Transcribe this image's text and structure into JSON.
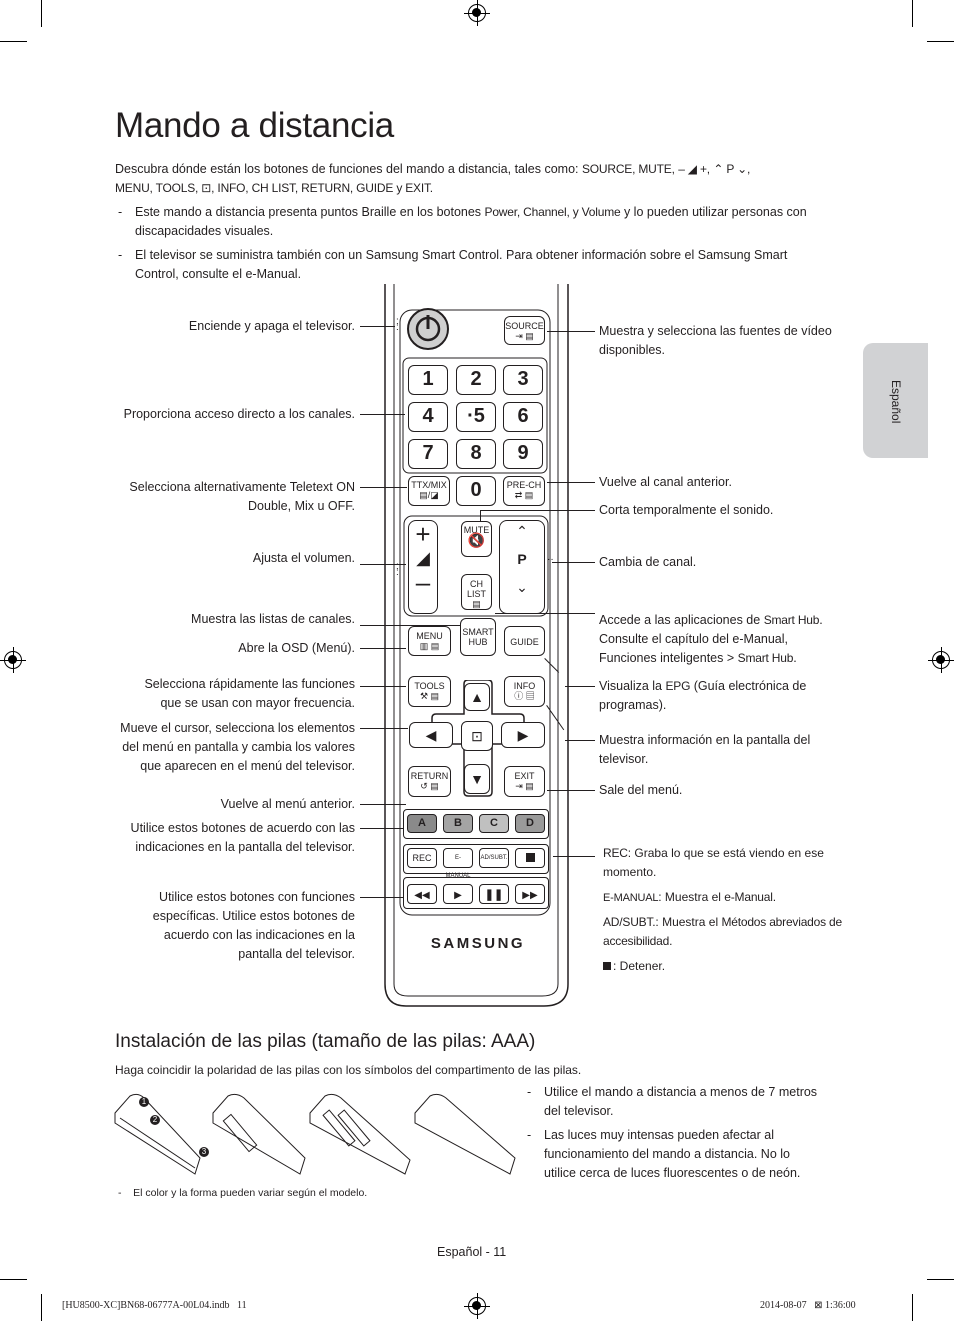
{
  "title": "Mando a distancia",
  "intro": {
    "line1_pre": "Descubra dónde están los botones de funciones del mando a distancia, tales como: ",
    "line1_keys": "SOURCE, MUTE,",
    "vol_symbol": "– ◢ +,",
    "ch_symbol": "⌃ P ⌄,",
    "line2": "MENU, TOOLS, ⊡, INFO, CH LIST, RETURN, GUIDE y EXIT."
  },
  "bullets": [
    {
      "dash": "-",
      "text_pre": "Este mando a distancia presenta puntos Braille en los botones ",
      "keys": "Power, Channel, y Volume",
      "text_post": " y lo pueden utilizar personas con discapacidades visuales."
    },
    {
      "dash": "-",
      "text": "El televisor se suministra también con un Samsung Smart Control. Para obtener información sobre el Samsung Smart Control, consulte el e-Manual."
    }
  ],
  "left_labels": [
    "Enciende y apaga el televisor.",
    "Proporciona acceso directo a los canales.",
    "Selecciona alternativamente Teletext ON Double, Mix u OFF.",
    "Ajusta el volumen.",
    "Muestra las listas de canales.",
    "Abre la OSD (Menú).",
    "Selecciona rápidamente las funciones que se usan con mayor frecuencia.",
    "Mueve el cursor, selecciona los elementos del menú en pantalla y cambia los valores que aparecen en el menú del televisor.",
    "Vuelve al menú anterior.",
    "Utilice estos botones de acuerdo con las indicaciones en la pantalla del televisor.",
    "Utilice estos botones con funciones específicas. Utilice estos botones de acuerdo con las indicaciones en la pantalla del televisor."
  ],
  "right_labels": {
    "source": "Muestra y selecciona las fuentes de vídeo disponibles.",
    "prech": "Vuelve al canal anterior.",
    "mute": "Corta temporalmente el sonido.",
    "channel": "Cambia de canal.",
    "smarthub_pre": "Accede a las aplicaciones de ",
    "smarthub_k1": "Smart Hub",
    "smarthub_mid": ". Consulte el capítulo del e-Manual, ",
    "smarthub_k2": "Funciones inteligentes",
    "smarthub_gt": " > ",
    "smarthub_k3": "Smart Hub",
    "smarthub_end": ".",
    "guide_pre": "Visualiza la ",
    "guide_k": "EPG",
    "guide_post": " (Guía electrónica de programas).",
    "info": "Muestra información en la pantalla del televisor.",
    "exit": "Sale del menú.",
    "rec_k": "REC",
    "rec_text": ": Graba lo que se está viendo en ese momento.",
    "emanual_k": "E-MANUAL",
    "emanual_text": ": Muestra el ",
    "emanual_k2": "e-Manual",
    "emanual_end": ".",
    "adsubt_k": "AD/SUBT.",
    "adsubt_text": ": Muestra el ",
    "adsubt_k2": "Métodos abreviados de accesibilidad",
    "adsubt_end": ".",
    "stop_text": ": Detener."
  },
  "remote": {
    "source": "SOURCE",
    "numbers": [
      "1",
      "2",
      "3",
      "4",
      "·5",
      "6",
      "7",
      "8",
      "9",
      "0"
    ],
    "ttx": "TTX/MIX",
    "prech": "PRE-CH",
    "mute": "MUTE",
    "p": "P",
    "chlist": "CH LIST",
    "menu": "MENU",
    "smarthub": "SMART HUB",
    "guide": "GUIDE",
    "tools": "TOOLS",
    "info": "INFO",
    "return": "RETURN",
    "exit": "EXIT",
    "colors": [
      "A",
      "B",
      "C",
      "D"
    ],
    "color_fills": [
      "#8a8a8a",
      "#a4a4a4",
      "#c0c0c0",
      "#9a9a9a"
    ],
    "rec": "REC",
    "emanual": "E-MANUAL",
    "adsubt": "AD/SUBT.",
    "brand": "SAMSUNG"
  },
  "side_tab": "Español",
  "batteries": {
    "heading": "Instalación de las pilas (tamaño de las pilas: AAA)",
    "intro": "Haga coincidir la polaridad de las pilas con los símbolos del compartimento de las pilas.",
    "steps": [
      "1",
      "2",
      "3"
    ],
    "tips": [
      "Utilice el mando a distancia a menos de 7 metros del televisor.",
      "Las luces muy intensas pueden afectar al funcionamiento del mando a distancia. No lo utilice cerca de luces fluorescentes o de neón."
    ],
    "note": "El color y la forma pueden variar según el modelo."
  },
  "page_number": "Español - 11",
  "footer_left": "[HU8500-XC]BN68-06777A-00L04.indb   11",
  "footer_right": "2014-08-07   ⊠ 1:36:00"
}
